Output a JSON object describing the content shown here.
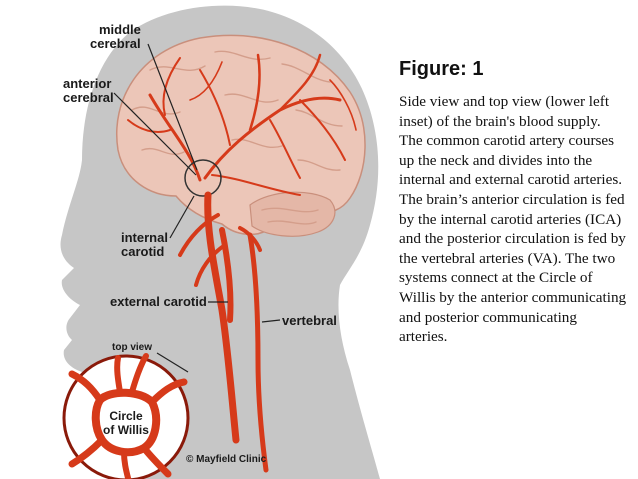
{
  "figure": {
    "labels": {
      "middle_cerebral_line1": "middle",
      "middle_cerebral_line2": "cerebral",
      "anterior_cerebral_line1": "anterior",
      "anterior_cerebral_line2": "cerebral",
      "internal_carotid_line1": "internal",
      "internal_carotid_line2": "carotid",
      "external_carotid": "external carotid",
      "vertebral": "vertebral",
      "top_view": "top view",
      "circle_of_willis_line1": "Circle",
      "circle_of_willis_line2": "of Willis",
      "credit": "© Mayfield Clinic"
    },
    "colors": {
      "silhouette": "#c6c6c6",
      "brain": "#ecc6b8",
      "artery": "#d63a1a",
      "inset_border": "#8a1a0a"
    }
  },
  "caption": {
    "title": "Figure: 1",
    "body": "Side view and top view (lower left inset) of the brain's blood supply. The common carotid artery courses up the neck and divides into the internal and external carotid arteries. The brain’s anterior circulation is fed by the internal carotid arteries (ICA) and the posterior circulation is fed by the vertebral arteries (VA). The two systems connect at the Circle of Willis by the anterior communicating and posterior communicating arteries."
  }
}
